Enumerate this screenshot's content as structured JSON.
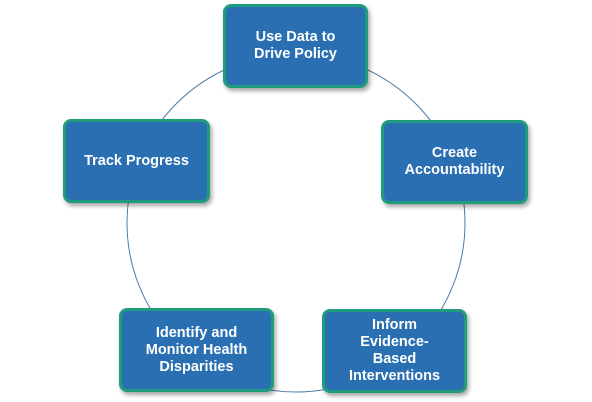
{
  "diagram": {
    "type": "cycle",
    "colors": {
      "node_fill": "#2a6fb2",
      "node_border": "#1f9c7d",
      "ring": "#4b79a8",
      "text": "#ffffff"
    },
    "nodes": [
      {
        "label": "Use Data to Drive Policy"
      },
      {
        "label": "Create Accountability"
      },
      {
        "label": "Inform Evidence-Based Interventions"
      },
      {
        "label": "Identify and Monitor Health Disparities"
      },
      {
        "label": "Track Progress"
      }
    ]
  }
}
